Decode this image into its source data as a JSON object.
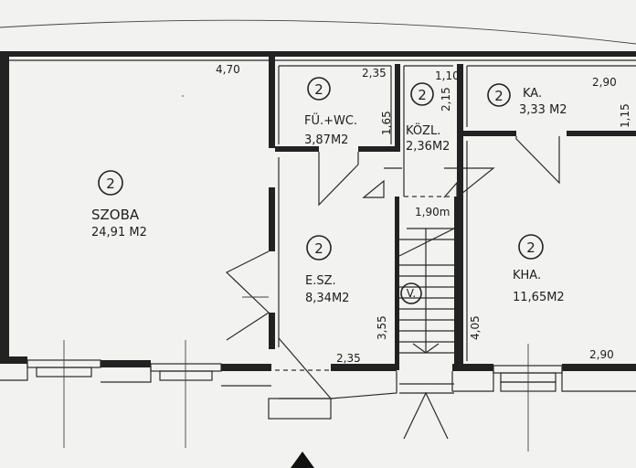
{
  "colors": {
    "paper": "#f2f2f0",
    "ink": "#222222"
  },
  "rooms": [
    {
      "id": "szoba",
      "number": "2",
      "name": "SZOBA",
      "area": "24,91 M2"
    },
    {
      "id": "furdo",
      "number": "2",
      "name": "FÜ.+WC.",
      "area": "3,87M2"
    },
    {
      "id": "kozl",
      "number": "2",
      "name": "KÖZL.",
      "area": "2,36M2"
    },
    {
      "id": "kamra",
      "number": "2",
      "name": "KA.",
      "area": "3,33 M2"
    },
    {
      "id": "eloszoba",
      "number": "2",
      "name": "E.SZ.",
      "area": "8,34M2"
    },
    {
      "id": "konyha",
      "number": "2",
      "name": "KHA.",
      "area": "11,65M2"
    }
  ],
  "dimensions": {
    "szoba_width": "4,70",
    "furdo_width": "2,35",
    "furdo_depth": "1,65",
    "kozl_width": "1,10",
    "kozl_depth": "2,15",
    "kamra_width": "2,90",
    "kamra_depth": "1,15",
    "corridor_width": "1,90m",
    "eloszoba_depth": "3,55",
    "eloszoba_width": "2,35",
    "konyha_depth": "4,05",
    "konyha_width": "2,90"
  },
  "stair_label": "V."
}
